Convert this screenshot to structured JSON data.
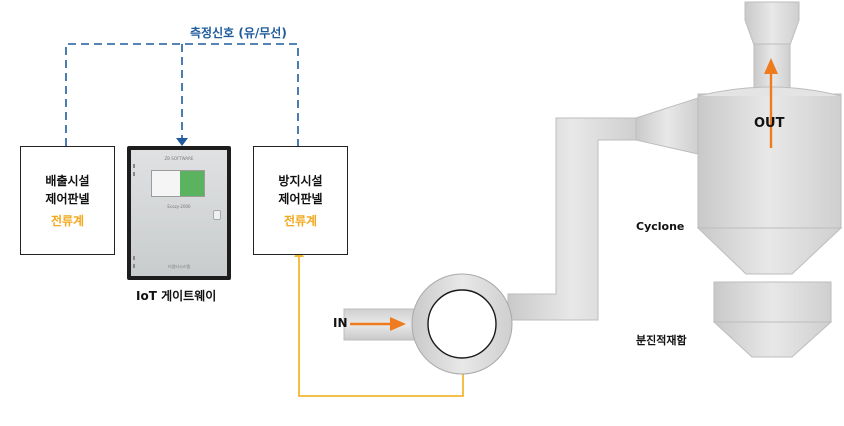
{
  "signal_label": "측정신호 (유/무선)",
  "emission_panel": {
    "line1": "배출시설",
    "line2": "제어판넬",
    "sensor": "전류계"
  },
  "prevention_panel": {
    "line1": "방지시설",
    "line2": "제어판넬",
    "sensor": "전류계"
  },
  "gateway": {
    "label": "IoT 게이트웨이",
    "brand": "ZB SOFTWARE",
    "model": "Ecozy-2000",
    "foot": "티엠티시스템"
  },
  "inlet_label": "IN",
  "outlet_label": "OUT",
  "cyclone_label": "Cyclone",
  "hopper_label": "분진적재함",
  "colors": {
    "signal_line": "#1f5b9c",
    "sensor_text": "#f2a81d",
    "current_line": "#f2b833",
    "flow_arrow": "#ef7b1f",
    "equipment_fill": "#d8d8d8"
  },
  "icons": {
    "flow_arrow": "right-arrow-icon",
    "out_arrow": "up-arrow-icon",
    "signal_arrow": "down-arrow-icon"
  }
}
